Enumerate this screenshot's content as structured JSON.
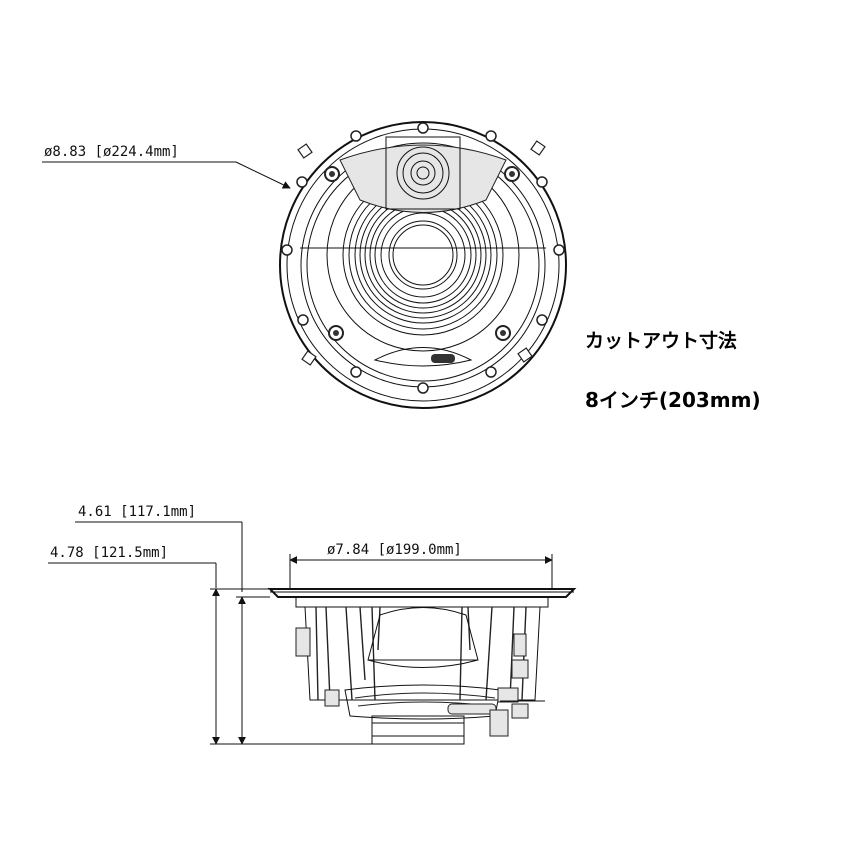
{
  "labels": {
    "top_diameter": "ø8.83 [ø224.4mm]",
    "side_height_1": "4.61 [117.1mm]",
    "side_height_2": "4.78 [121.5mm]",
    "side_diameter": "ø7.84 [ø199.0mm]"
  },
  "notes": {
    "cutout_title": "カットアウト寸法",
    "cutout_size": "8インチ(203mm)"
  }
}
